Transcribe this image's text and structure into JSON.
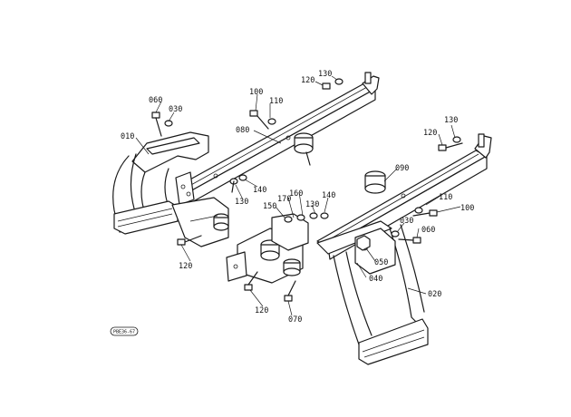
{
  "labels": {
    "p010": "010",
    "p020": "020",
    "p030a": "030",
    "p030b": "030",
    "p040": "040",
    "p050": "050",
    "p060a": "060",
    "p060b": "060",
    "p070": "070",
    "p080": "080",
    "p090": "090",
    "p100a": "100",
    "p100b": "100",
    "p110a": "110",
    "p110b": "110",
    "p120a": "120",
    "p120b": "120",
    "p120c": "120",
    "p120d": "120",
    "p130a": "130",
    "p130b": "130",
    "p130c": "130",
    "p130d": "130",
    "p140a": "140",
    "p140b": "140",
    "p150": "150",
    "p160": "160",
    "p170": "170"
  },
  "reference_code": "PBE36-67"
}
